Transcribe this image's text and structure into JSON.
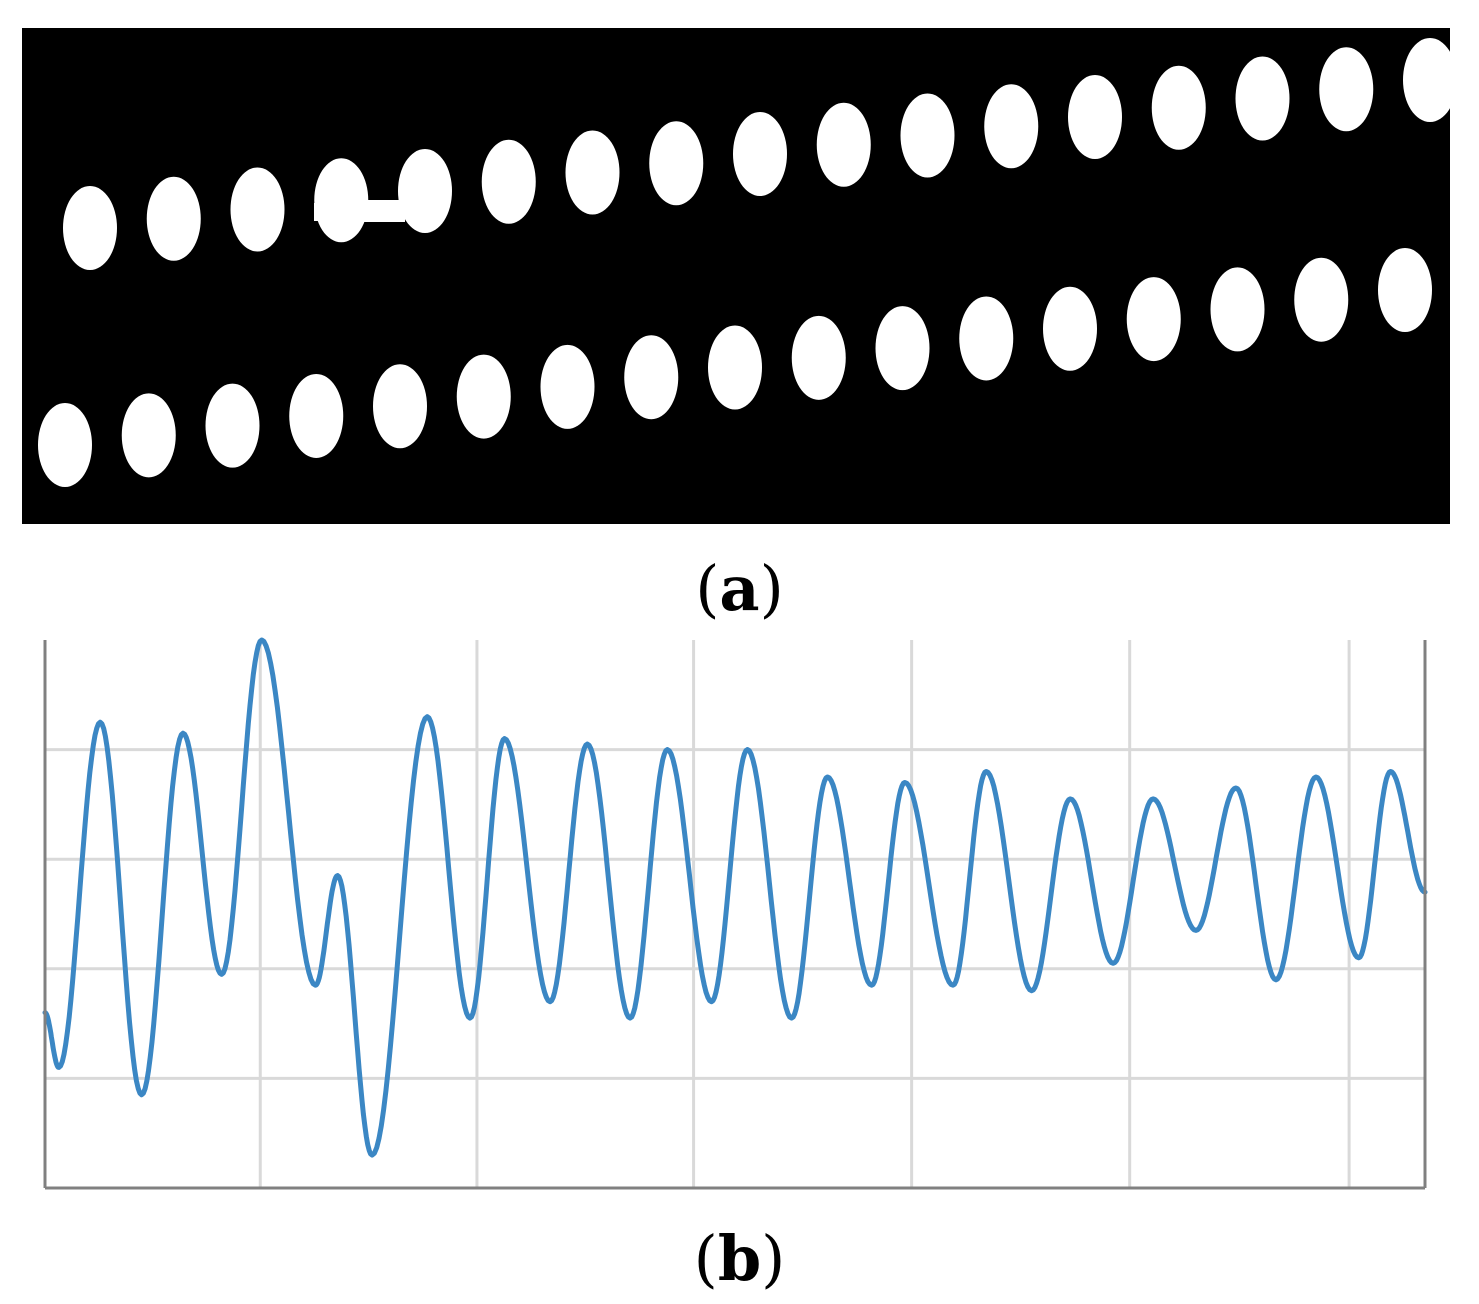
{
  "captions": {
    "a_open": "(",
    "a_letter": "a",
    "a_close": ")",
    "b_open": "(",
    "b_letter": "b",
    "b_close": ")"
  },
  "colors": {
    "background_a": "#000000",
    "blob": "#ffffff",
    "line": "#3b87c4",
    "grid": "#d9d9d9",
    "axis": "#808080"
  },
  "image_a": {
    "description_rows": 2,
    "blobs_top_row": 17,
    "blobs_bottom_row": 17
  },
  "chart_data": {
    "type": "line",
    "grid": true,
    "x_ticks": 7,
    "y_gridlines": 5,
    "xlim": [
      0,
      1
    ],
    "ylim": [
      0,
      1
    ],
    "series": [
      {
        "peaks": [
          [
            0.0,
            0.32
          ],
          [
            0.01,
            0.22
          ],
          [
            0.04,
            0.85
          ],
          [
            0.07,
            0.17
          ],
          [
            0.1,
            0.83
          ],
          [
            0.128,
            0.39
          ],
          [
            0.157,
            1.0
          ],
          [
            0.196,
            0.37
          ],
          [
            0.212,
            0.57
          ],
          [
            0.237,
            0.06
          ],
          [
            0.277,
            0.86
          ],
          [
            0.308,
            0.31
          ],
          [
            0.333,
            0.82
          ],
          [
            0.366,
            0.34
          ],
          [
            0.393,
            0.81
          ],
          [
            0.424,
            0.31
          ],
          [
            0.451,
            0.8
          ],
          [
            0.483,
            0.34
          ],
          [
            0.509,
            0.8
          ],
          [
            0.541,
            0.31
          ],
          [
            0.567,
            0.75
          ],
          [
            0.599,
            0.37
          ],
          [
            0.623,
            0.74
          ],
          [
            0.658,
            0.37
          ],
          [
            0.682,
            0.76
          ],
          [
            0.715,
            0.36
          ],
          [
            0.743,
            0.71
          ],
          [
            0.774,
            0.41
          ],
          [
            0.803,
            0.71
          ],
          [
            0.834,
            0.47
          ],
          [
            0.863,
            0.73
          ],
          [
            0.892,
            0.38
          ],
          [
            0.921,
            0.75
          ],
          [
            0.952,
            0.42
          ],
          [
            0.975,
            0.76
          ],
          [
            1.0,
            0.54
          ]
        ]
      }
    ]
  }
}
